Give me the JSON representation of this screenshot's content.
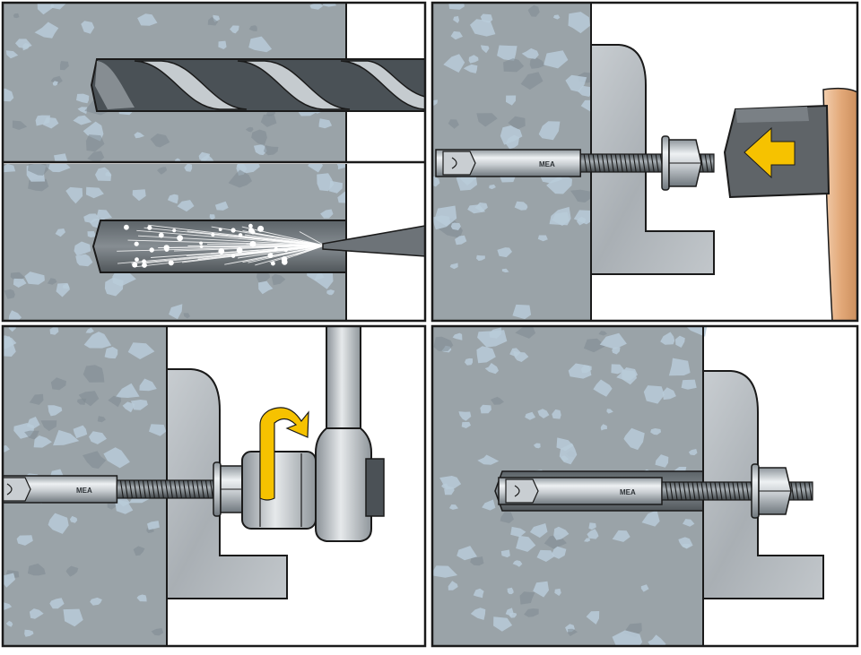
{
  "figure": {
    "background": "#ffffff",
    "frame_color": "#1a1a1a",
    "colors": {
      "concrete": "#9aa3a8",
      "aggregate": "#b9cbd9",
      "aggregate_dark": "#7f8a91",
      "steel_light": "#dfe3e6",
      "steel_mid": "#b7bdc2",
      "steel_dark": "#7d858b",
      "fixture_plate": "#b3b9be",
      "hammer_head": "#5f6468",
      "hammer_handle": "#e7b58c",
      "arrow_yellow": "#f6c200",
      "dust": "#ffffff"
    },
    "anchor_marking": "MEA",
    "panels": [
      {
        "id": "drill",
        "name": "drilling",
        "icons": [
          "drill-bit-icon"
        ]
      },
      {
        "id": "clean",
        "name": "cleaning",
        "icons": [
          "air-nozzle-icon",
          "dust-spray-icon"
        ]
      },
      {
        "id": "hammer",
        "name": "setting",
        "icons": [
          "hammer-icon",
          "push-arrow-icon",
          "anchor-bolt-icon",
          "nut-icon"
        ]
      },
      {
        "id": "torque",
        "name": "tightening",
        "icons": [
          "torque-wrench-icon",
          "rotate-arrow-icon",
          "anchor-bolt-icon"
        ]
      },
      {
        "id": "final",
        "name": "installed",
        "icons": [
          "anchor-bolt-icon",
          "nut-icon"
        ]
      }
    ]
  }
}
